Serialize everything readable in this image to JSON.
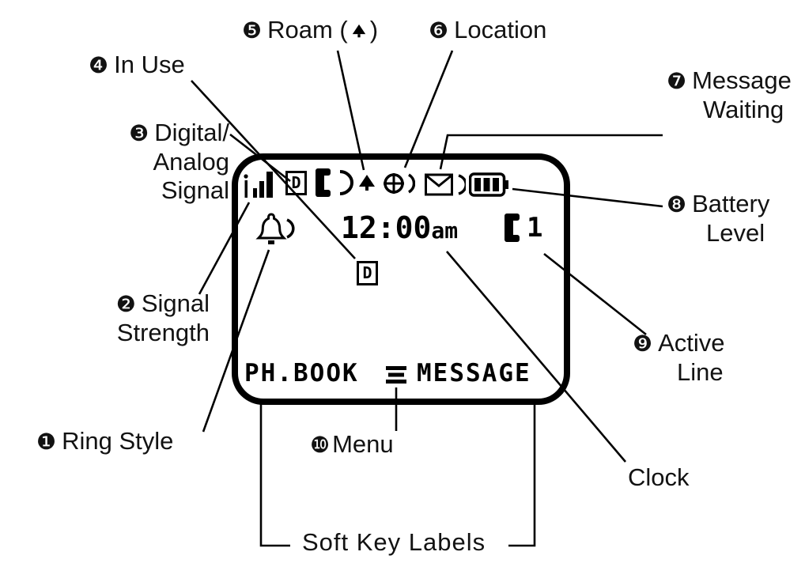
{
  "labels": {
    "ring_style": {
      "badge": "❶",
      "text": "Ring Style"
    },
    "signal_strength": {
      "badge": "❷",
      "line1": "Signal",
      "line2": "Strength"
    },
    "digital_analog": {
      "badge": "❸",
      "line1": "Digital/",
      "line2": "Analog",
      "line3": "Signal"
    },
    "in_use": {
      "badge": "❹",
      "text": "In Use"
    },
    "roam": {
      "badge": "❺",
      "prefix": "Roam (",
      "suffix": ")"
    },
    "location": {
      "badge": "❻",
      "text": "Location"
    },
    "message_waiting": {
      "badge": "❼",
      "line1": "Message",
      "line2": "Waiting"
    },
    "battery_level": {
      "badge": "❽",
      "line1": "Battery",
      "line2": "Level"
    },
    "active_line": {
      "badge": "❾",
      "line1": "Active",
      "line2": "Line"
    },
    "menu": {
      "badge": "❿",
      "text": "Menu"
    },
    "clock": {
      "text": "Clock"
    },
    "soft_keys": {
      "text": "Soft Key Labels"
    }
  },
  "screen": {
    "digital_indicator": "D",
    "clock_time": "12:00",
    "clock_meridiem": "am",
    "active_line_number": "1",
    "soft_key_left": "PH.BOOK",
    "soft_key_right": "MESSAGE"
  },
  "colors": {
    "ink": "#000000",
    "background": "#ffffff"
  }
}
